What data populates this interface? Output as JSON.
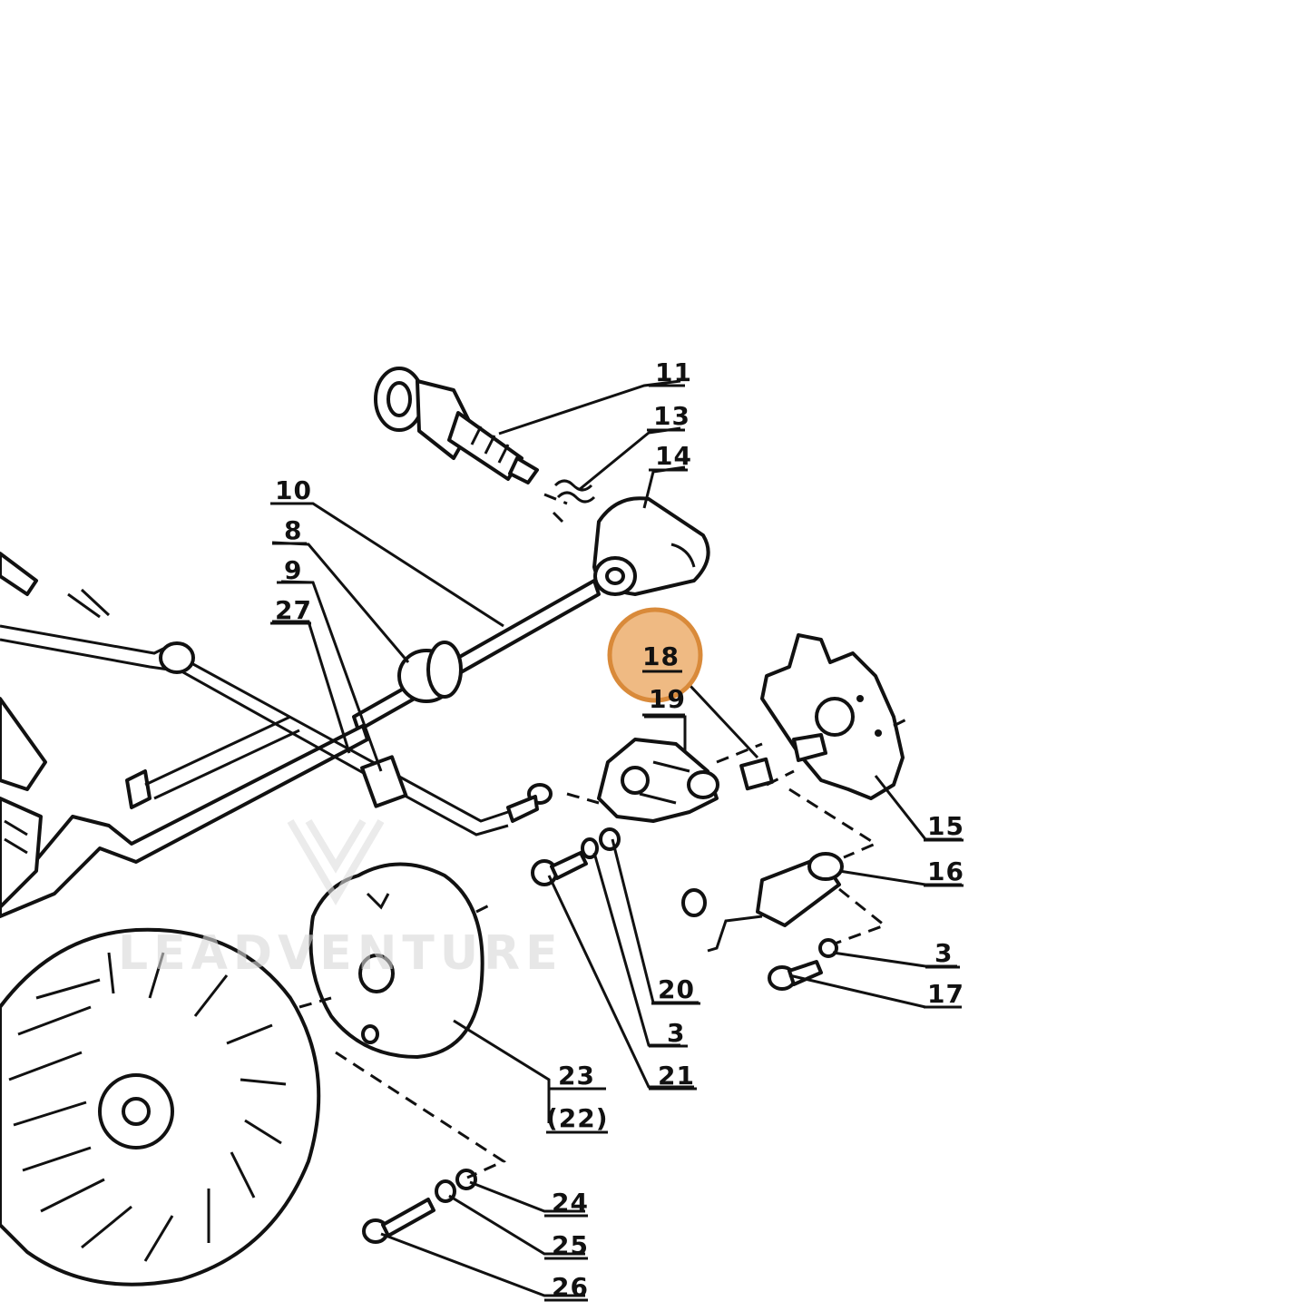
{
  "diagram": {
    "labels": [
      {
        "id": "11",
        "text": "11"
      },
      {
        "id": "13",
        "text": "13"
      },
      {
        "id": "14",
        "text": "14"
      },
      {
        "id": "10",
        "text": "10"
      },
      {
        "id": "8",
        "text": "8"
      },
      {
        "id": "9",
        "text": "9"
      },
      {
        "id": "27",
        "text": "27"
      },
      {
        "id": "18",
        "text": "18"
      },
      {
        "id": "19",
        "text": "19"
      },
      {
        "id": "15",
        "text": "15"
      },
      {
        "id": "16",
        "text": "16"
      },
      {
        "id": "3a",
        "text": "3"
      },
      {
        "id": "17",
        "text": "17"
      },
      {
        "id": "20",
        "text": "20"
      },
      {
        "id": "3b",
        "text": "3"
      },
      {
        "id": "21",
        "text": "21"
      },
      {
        "id": "23",
        "text": "23"
      },
      {
        "id": "22",
        "text": "(22)"
      },
      {
        "id": "24",
        "text": "24"
      },
      {
        "id": "25",
        "text": "25"
      },
      {
        "id": "26",
        "text": "26"
      }
    ],
    "highlight": {
      "target": "18",
      "color": "#d98a3a"
    },
    "watermark": {
      "text": "LEADVENTURE"
    }
  }
}
